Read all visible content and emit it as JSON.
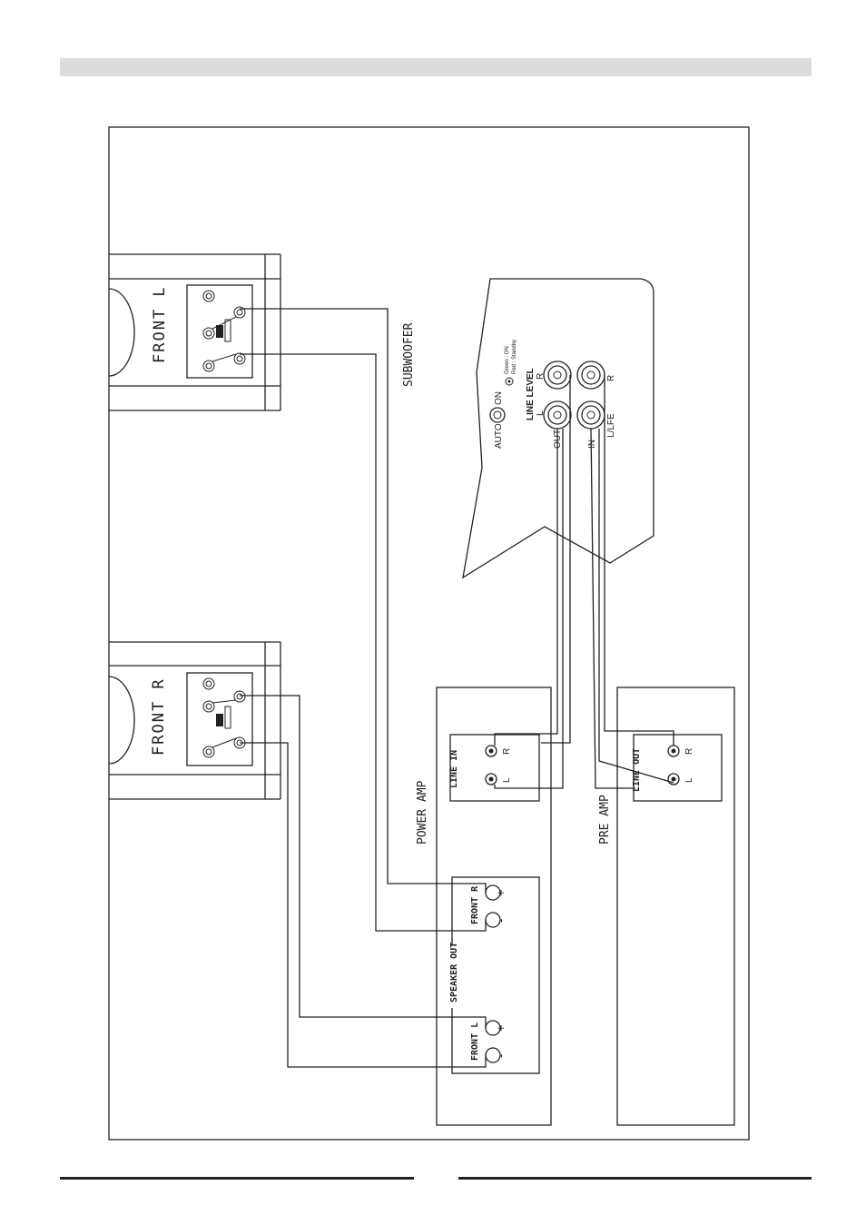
{
  "labels": {
    "front_l": "FRONT L",
    "front_r": "FRONT R",
    "subwoofer": "SUBWOOFER",
    "power_amp": "POWER AMP",
    "pre_amp": "PRE AMP",
    "line_in": "LINE IN",
    "line_out": "LINE OUT",
    "speaker_out": "SPEAKER OUT",
    "front_r_out": "FRONT R",
    "front_l_out": "FRONT L",
    "auto": "AUTO",
    "on": "ON",
    "green_on": "Green : ON",
    "red_standby": "Red : Standby",
    "line_level": "LINE LEVEL",
    "sub_l": "L",
    "sub_r": "R",
    "out": "OUT",
    "in": "IN",
    "l_lfe": "L/LFE",
    "r_top": "R",
    "plus": "+",
    "minus": "-",
    "jack_r": "R",
    "jack_l": "L"
  }
}
